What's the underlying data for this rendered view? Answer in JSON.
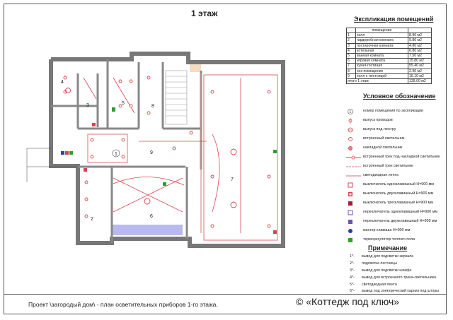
{
  "title": "1 этаж",
  "rooms": {
    "r1": "1",
    "r2": "2",
    "r3": "3",
    "r4": "4",
    "r5": "5",
    "r6": "6",
    "r7": "7",
    "r8": "8",
    "r9": "9"
  },
  "explication": {
    "title": "Экспликация помещений",
    "header": {
      "num": "",
      "name": "помещение",
      "area": ""
    },
    "rows": [
      {
        "num": "1",
        "name": "холл",
        "area": "8.90 м2"
      },
      {
        "num": "2",
        "name": "гардеробная комната",
        "area": "9.80 м2"
      },
      {
        "num": "3",
        "name": "постирочная комната",
        "area": "4.80 м2"
      },
      {
        "num": "4",
        "name": "котельная",
        "area": "6.80 м2"
      },
      {
        "num": "5",
        "name": "ванная комната",
        "area": "7.50 м2"
      },
      {
        "num": "6",
        "name": "игровая комната",
        "area": "15.80 м2"
      },
      {
        "num": "7",
        "name": "кухня-гостиная",
        "area": "55.40 м2"
      },
      {
        "num": "8",
        "name": "хоз-помещение",
        "area": "2.90 м2"
      },
      {
        "num": "9",
        "name": "холл с лестницей",
        "area": "16.10 м2"
      }
    ],
    "total": {
      "name": "итого 1 этаж",
      "area": "128.00 м2"
    }
  },
  "legend": {
    "title": "Условное обозначение",
    "items": [
      {
        "icon": "room-number-icon",
        "label": "номер помещения по экспликации"
      },
      {
        "icon": "wire-outlet-icon",
        "label": "выпуск проводов"
      },
      {
        "icon": "chandelier-outlet-icon",
        "label": "выпуск под люстру"
      },
      {
        "icon": "recessed-light-icon",
        "label": "встроенный светильник"
      },
      {
        "icon": "surface-light-icon",
        "label": "накладной светильник"
      },
      {
        "icon": "surface-track-icon",
        "label": "встроенный трек под накладной светильник"
      },
      {
        "icon": "recessed-track-icon",
        "label": "встроенный трек светильник"
      },
      {
        "icon": "led-strip-icon",
        "label": "светодиодная лента"
      },
      {
        "icon": "single-switch-icon",
        "label": "выключатель одноклавишный Н=900 мм"
      },
      {
        "icon": "double-switch-icon",
        "label": "выключатель двухклавишный Н=900 мм"
      },
      {
        "icon": "triple-switch-icon",
        "label": "выключатель трехклавишный Н=900 мм"
      },
      {
        "icon": "single-toggle-icon",
        "label": "переключатель одноклавишный Н=900 мм"
      },
      {
        "icon": "double-toggle-icon",
        "label": "переключатель двухклавишный Н=900 мм"
      },
      {
        "icon": "master-key-icon",
        "label": "мастер клавиша Н=900 мм"
      },
      {
        "icon": "floor-thermostat-icon",
        "label": "терморегулятор теплого пола"
      }
    ]
  },
  "notes": {
    "title": "Примечание",
    "items": [
      {
        "key": "1*-",
        "text": "вывод для подсветки зеркала"
      },
      {
        "key": "2*-",
        "text": "подсветка лестницы"
      },
      {
        "key": "3*-",
        "text": "вывод для подсветки шкафа"
      },
      {
        "key": "4*-",
        "text": "вывод для встроенного трека-светильника"
      },
      {
        "key": "5*-",
        "text": "светодиодная лента"
      },
      {
        "key": "6*-",
        "text": "вывод под электрический карниз под шторы"
      }
    ]
  },
  "footer": {
    "project": "Проект \\загородый дом\\ - план осветительных приборов 1-го этажа.",
    "brand": "© «Коттедж под ключ»"
  },
  "colors": {
    "wall": "#777777",
    "light": "#d9434f",
    "led": "#e38a8a",
    "blue_area": "#b9b9f0",
    "green": "#2e9e2e"
  }
}
